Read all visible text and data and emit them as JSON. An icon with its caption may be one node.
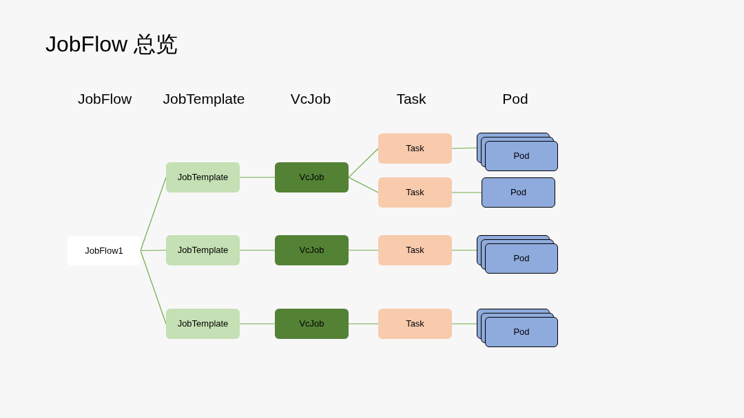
{
  "diagram": {
    "title": "JobFlow 总览",
    "nodes": [
      {
        "text": [
          "JobFlow1"
        ]
      },
      {
        "text": [
          "JobTemplate"
        ]
      },
      {
        "text": [
          "VcJob"
        ]
      },
      {
        "text": [
          "Task"
        ]
      },
      {
        "text": [
          "Task"
        ]
      },
      {
        "text": [
          "Pod"
        ]
      },
      {
        "text": [
          "Pod"
        ]
      },
      {
        "text": [
          "JobTemplate"
        ]
      },
      {
        "text": [
          "VcJob"
        ]
      },
      {
        "text": [
          "Task"
        ]
      },
      {
        "text": [
          "Pod"
        ]
      },
      {
        "text": [
          "JobTemplate"
        ]
      },
      {
        "text": [
          "VcJob"
        ]
      },
      {
        "text": [
          "Task"
        ]
      },
      {
        "text": [
          "Pod"
        ]
      }
    ],
    "edges": [
      {
        "from": 0,
        "to": 1,
        "arrow": "none"
      },
      {
        "from": 0,
        "to": 7,
        "arrow": "none"
      },
      {
        "from": 0,
        "to": 11,
        "arrow": "none"
      },
      {
        "from": 1,
        "to": 2,
        "arrow": "none"
      },
      {
        "from": 2,
        "to": 3,
        "arrow": "none"
      },
      {
        "from": 2,
        "to": 4,
        "arrow": "none"
      },
      {
        "from": 3,
        "to": 5,
        "arrow": "none"
      },
      {
        "from": 4,
        "to": 6,
        "arrow": "none"
      },
      {
        "from": 7,
        "to": 8,
        "arrow": "none"
      },
      {
        "from": 8,
        "to": 9,
        "arrow": "none"
      },
      {
        "from": 9,
        "to": 10,
        "arrow": "none"
      },
      {
        "from": 11,
        "to": 12,
        "arrow": "none"
      },
      {
        "from": 12,
        "to": 13,
        "arrow": "none"
      },
      {
        "from": 13,
        "to": 14,
        "arrow": "none"
      }
    ],
    "labels": [
      "JobFlow",
      "JobTemplate",
      "VcJob",
      "Task",
      "Pod"
    ]
  }
}
